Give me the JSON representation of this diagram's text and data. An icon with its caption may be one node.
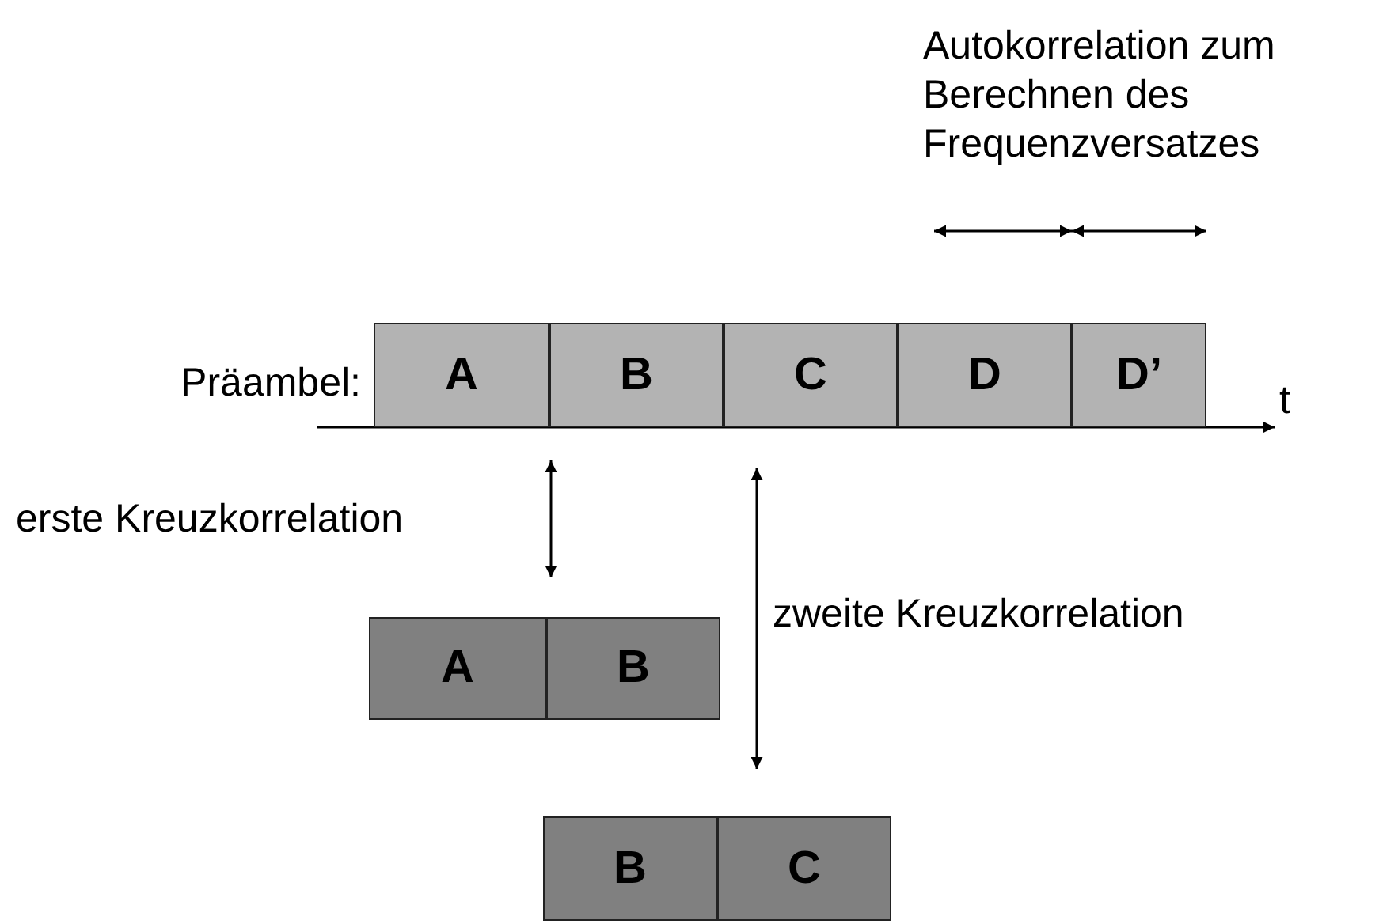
{
  "diagram": {
    "nodes": [
      {
        "text": [
          "A"
        ]
      },
      {
        "text": [
          "B"
        ]
      },
      {
        "text": [
          "C"
        ]
      },
      {
        "text": [
          "D"
        ]
      },
      {
        "text": [
          "D’"
        ]
      },
      {
        "text": [
          "A"
        ]
      },
      {
        "text": [
          "B"
        ]
      },
      {
        "text": [
          "B"
        ]
      },
      {
        "text": [
          "C"
        ]
      }
    ],
    "labels": [
      "Autokorrelation zum Berechnen des Frequenzversatzes",
      "Präambel:",
      "t",
      "erste Kreuzkorrelation",
      "zweite Kreuzkorrelation"
    ]
  }
}
